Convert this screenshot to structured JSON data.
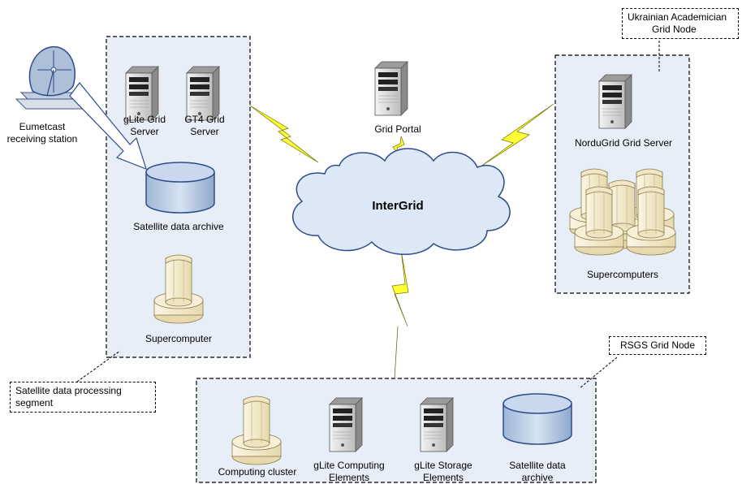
{
  "cloud": {
    "label": "InterGrid"
  },
  "portal": {
    "label": "Grid Portal"
  },
  "eumetcast": {
    "line1": "Eumetcast",
    "line2": "receiving station"
  },
  "left_segment": {
    "callout_line1": "Satellite data processing",
    "callout_line2": "segment",
    "glite_line1": "gLite Grid",
    "glite_line2": "Server",
    "gt4_line1": "GT4 Grid",
    "gt4_line2": "Server",
    "archive_label": "Satellite data archive",
    "super_label": "Supercomputer"
  },
  "right_node": {
    "callout_line1": "Ukrainian Academician",
    "callout_line2": "Grid Node",
    "server_label": "NorduGrid Grid Server",
    "super_label": "Supercomputers"
  },
  "bottom_node": {
    "callout": "RSGS Grid Node",
    "cluster_label": "Computing cluster",
    "ce_line1": "gLite Computing",
    "ce_line2": "Elements",
    "se_line1": "gLite Storage",
    "se_line2": "Elements",
    "archive_line1": "Satellite data",
    "archive_line2": "archive"
  },
  "colors": {
    "panel_fill": "#e8eef8",
    "cloud_fill": "#dde8f6",
    "cloud_stroke": "#2e4b8c",
    "lightning": "#ffff33",
    "server_body": "#dcdcdc",
    "cylinder": "#b9cce4",
    "supercomputer": "#f5ecd0"
  }
}
